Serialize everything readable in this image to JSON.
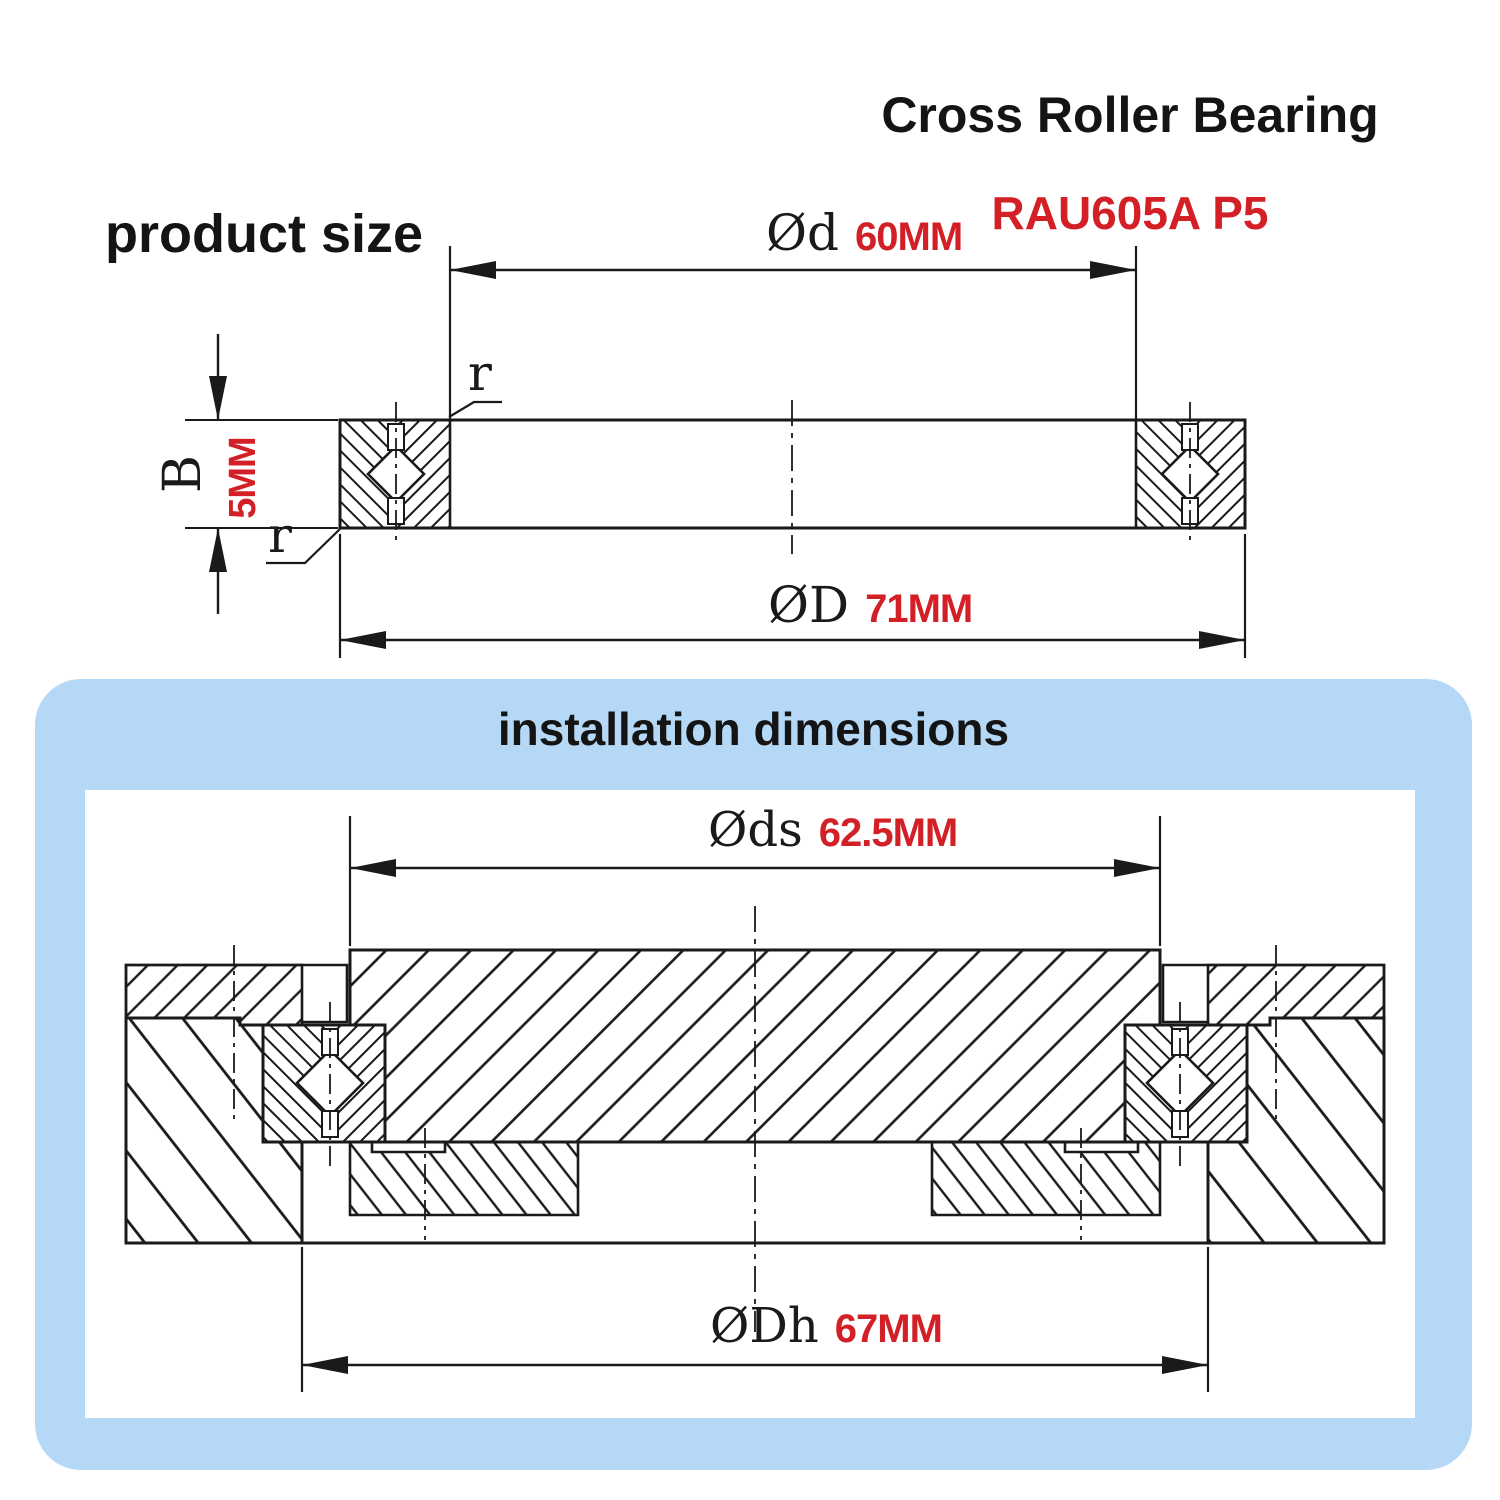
{
  "colors": {
    "accent_red": "#d31f26",
    "panel_blue": "#b5d8f6",
    "line_black": "#1a1a1a",
    "background": "#ffffff"
  },
  "header": {
    "title": "Cross Roller Bearing",
    "model": "RAU605A P5"
  },
  "product_view": {
    "label": "product size",
    "dims": {
      "bore": {
        "label": "Ød",
        "value": "60MM"
      },
      "outer": {
        "label": "ØD",
        "value": "71MM"
      },
      "width": {
        "label": "B",
        "value": "5MM"
      },
      "fillet_top": {
        "label": "r"
      },
      "fillet_bottom": {
        "label": "r"
      }
    }
  },
  "install_view": {
    "title": "installation dimensions",
    "dims": {
      "shaft_seat": {
        "label": "Øds",
        "value": "62.5MM"
      },
      "housing_bore": {
        "label": "ØDh",
        "value": "67MM"
      }
    }
  }
}
